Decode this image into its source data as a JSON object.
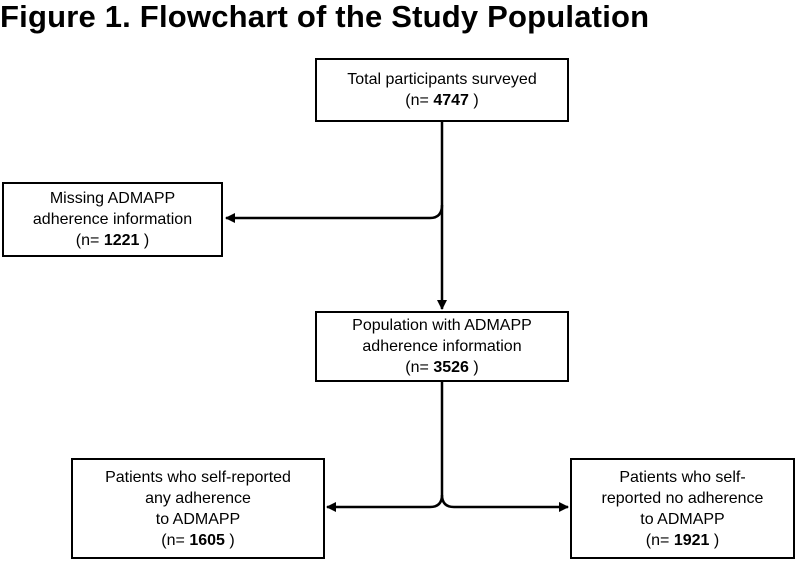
{
  "title": "Figure 1. Flowchart of the Study Population",
  "nodes": {
    "total": {
      "lines": [
        "Total participants surveyed"
      ],
      "n_prefix": "(n=",
      "n": "4747",
      "n_suffix": ")"
    },
    "missing": {
      "lines": [
        "Missing ADMAPP",
        "adherence information"
      ],
      "n_prefix": "(n=",
      "n": "1221",
      "n_suffix": ")"
    },
    "population": {
      "lines": [
        "Population with ADMAPP",
        "adherence information"
      ],
      "n_prefix": "(n=",
      "n": "3526",
      "n_suffix": ")"
    },
    "any_adherence": {
      "lines": [
        "Patients who self-reported",
        "any adherence",
        "to ADMAPP"
      ],
      "n_prefix": "(n=",
      "n": "1605",
      "n_suffix": ")"
    },
    "no_adherence": {
      "lines": [
        "Patients who self-",
        "reported no adherence",
        "to ADMAPP"
      ],
      "n_prefix": "(n=",
      "n": "1921",
      "n_suffix": ")"
    }
  },
  "edges": [
    {
      "from": "total",
      "to": "missing"
    },
    {
      "from": "total",
      "to": "population"
    },
    {
      "from": "population",
      "to": "any_adherence"
    },
    {
      "from": "population",
      "to": "no_adherence"
    }
  ]
}
